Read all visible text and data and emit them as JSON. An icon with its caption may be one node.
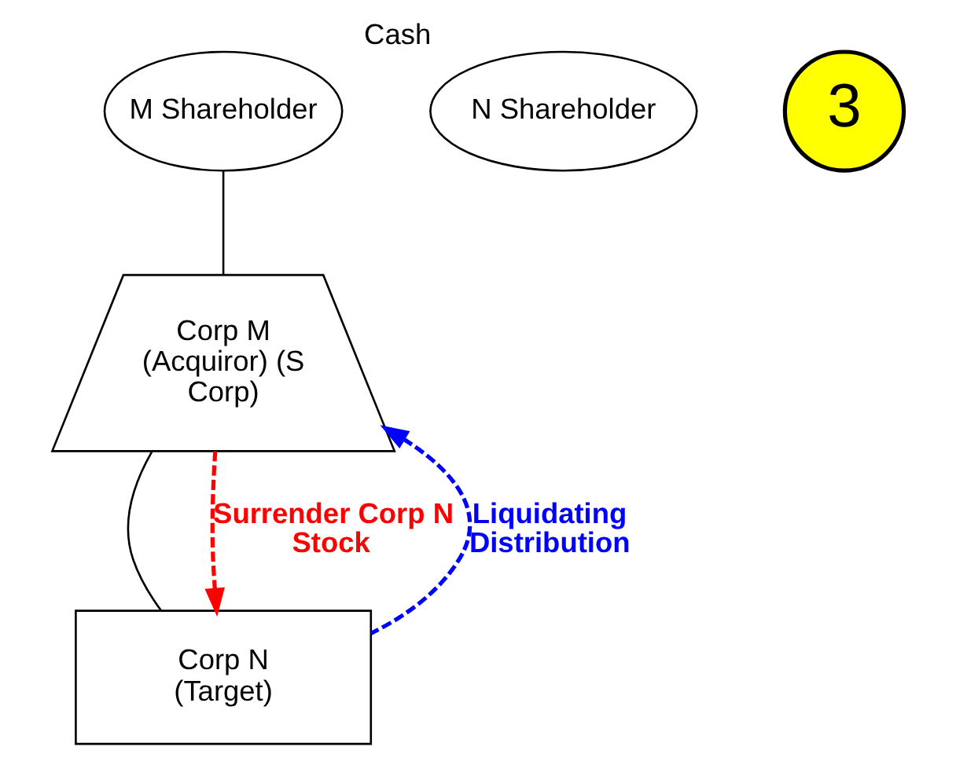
{
  "diagram": {
    "nodes": [
      {
        "text": [
          "M Shareholder"
        ]
      },
      {
        "text": [
          "N Shareholder"
        ],
        "beside": [
          "Cash"
        ]
      },
      {
        "text": [
          "3"
        ]
      },
      {
        "text": [
          "Corp M (Acquiror) (S Corp)"
        ]
      },
      {
        "text": [
          "Corp N (Target)"
        ]
      }
    ],
    "edges": [
      {
        "from": 0,
        "to": 3,
        "arrow": "none"
      },
      {
        "from": 3,
        "to": 4,
        "arrow": "none"
      },
      {
        "from": 3,
        "to": 4,
        "arrow": "to",
        "style": "dashed",
        "color": "#ff0000",
        "label": "Surrender Corp N Stock"
      },
      {
        "from": 4,
        "to": 3,
        "arrow": "to",
        "style": "dashed",
        "color": "#0000ff",
        "label": "Liquidating Distribution"
      }
    ]
  }
}
